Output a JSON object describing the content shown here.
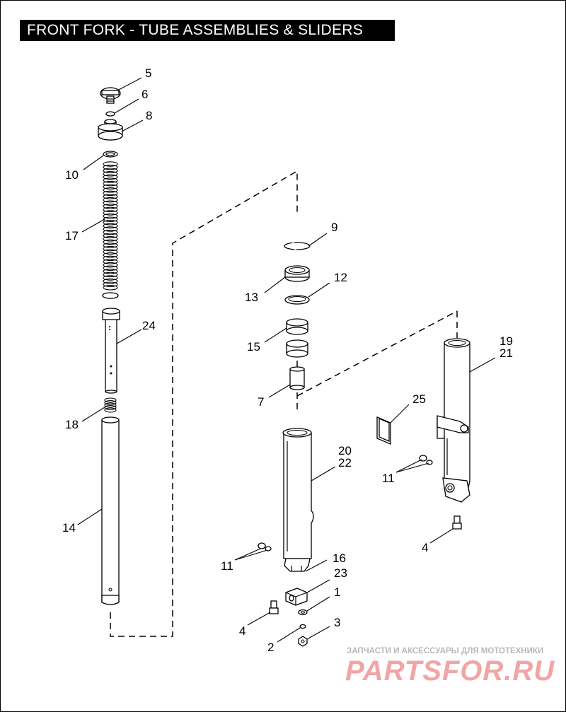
{
  "title": "FRONT FORK - TUBE ASSEMBLIES & SLIDERS",
  "callouts": {
    "c5": "5",
    "c6": "6",
    "c8": "8",
    "c10": "10",
    "c17": "17",
    "c24": "24",
    "c18": "18",
    "c14": "14",
    "c9": "9",
    "c12": "12",
    "c13": "13",
    "c15": "15",
    "c7": "7",
    "c19": "19",
    "c21": "21",
    "c25": "25",
    "c20": "20",
    "c22": "22",
    "c11a": "11",
    "c4a": "4",
    "c11b": "11",
    "c16": "16",
    "c23": "23",
    "c1": "1",
    "c4b": "4",
    "c3": "3",
    "c2": "2"
  },
  "watermark": {
    "tagline": "ЗАПЧАСТИ И АКСЕССУАРЫ ДЛЯ МОТОТЕХНИКИ",
    "brand": "PARTSFOR.RU",
    "color": "#e23a3a"
  }
}
